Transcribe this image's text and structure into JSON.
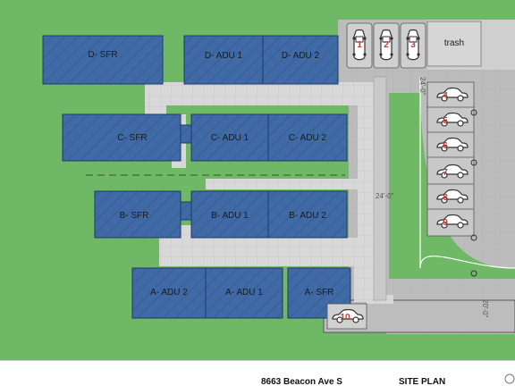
{
  "colors": {
    "lawn": "#6fb865",
    "building": "#3f6aa6",
    "pavement": "#bdbdbd",
    "walkway": "#d7d7d7",
    "dark_edge": "#555555",
    "parking_number": "#c0392b"
  },
  "buildings": {
    "d_sfr": "D- SFR",
    "d_adu1": "D- ADU 1",
    "d_adu2": "D- ADU 2",
    "c_sfr": "C- SFR",
    "c_adu1": "C- ADU 1",
    "c_adu2": "C- ADU 2",
    "b_sfr": "B- SFR",
    "b_adu1": "B- ADU 1",
    "b_adu2": "B- ADU 2",
    "a_adu2": "A- ADU 2",
    "a_adu1": "A- ADU 1",
    "a_sfr": "A- SFR"
  },
  "trash_label": "trash",
  "parking": {
    "stalls": [
      "1",
      "2",
      "3",
      "4",
      "5",
      "6",
      "7",
      "8",
      "9",
      "10"
    ]
  },
  "dimensions": {
    "top_width": "24'-0\"",
    "drive_width": "24'-0\"",
    "bottom_width": "20'-0\""
  },
  "title_block": {
    "address": "8663 Beacon Ave S",
    "sheet": "SITE PLAN"
  }
}
